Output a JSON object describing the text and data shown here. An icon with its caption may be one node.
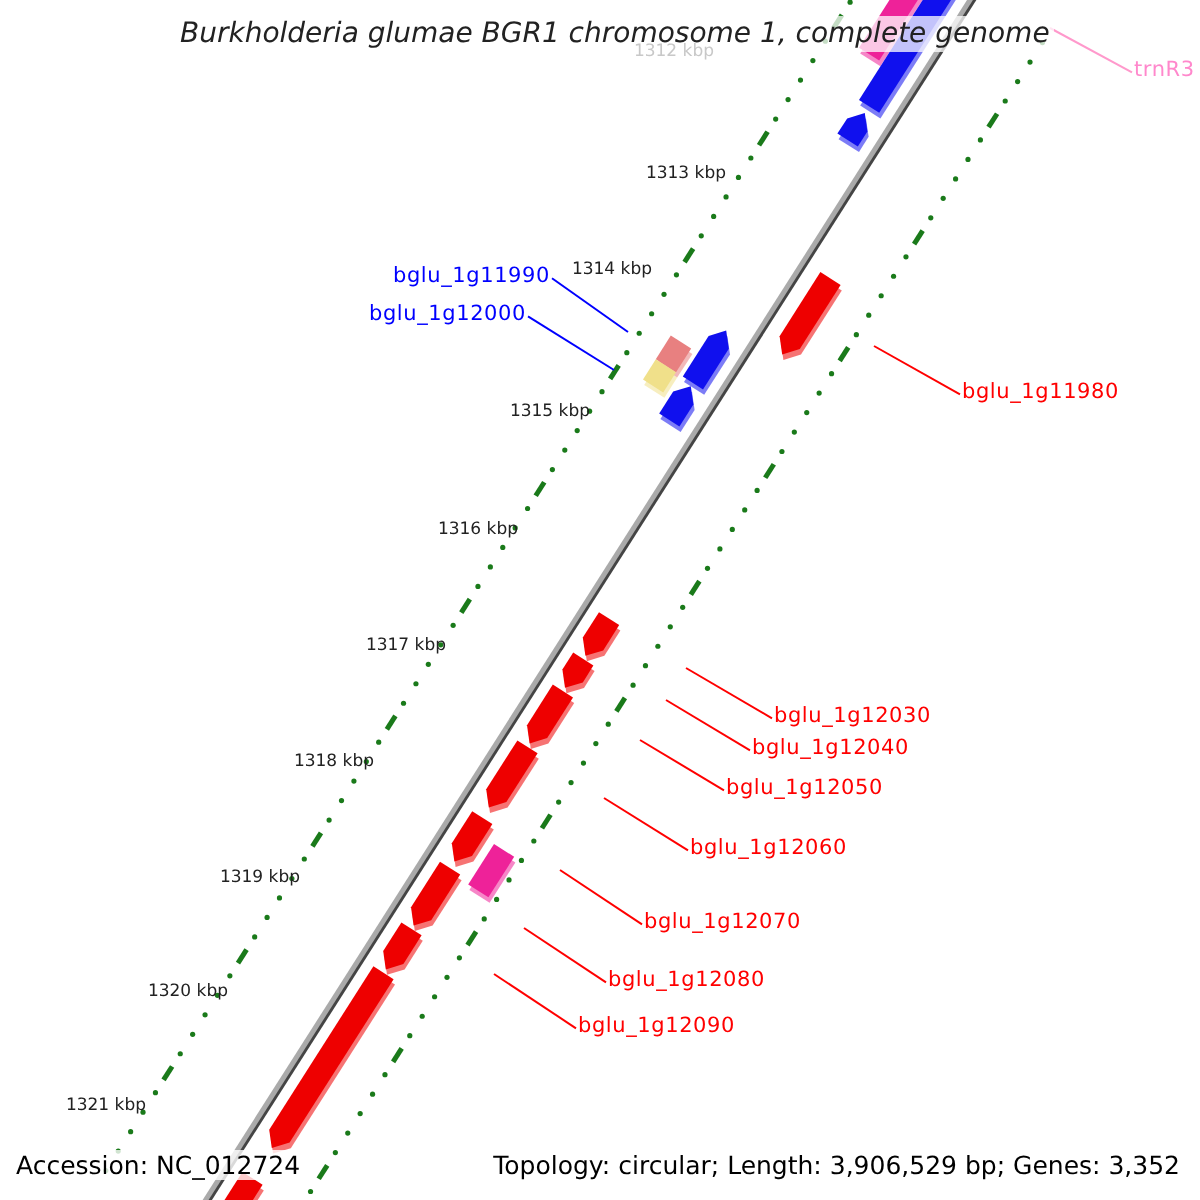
{
  "diagram": {
    "title": "Burkholderia glumae BGR1 chromosome 1, complete genome",
    "nodes": [
      {
        "text": [
          "trnR3"
        ]
      },
      {
        "text": [
          "bglu_1g11990"
        ]
      },
      {
        "text": [
          "bglu_1g12000"
        ]
      },
      {
        "text": [
          "bglu_1g11980"
        ]
      },
      {
        "text": [
          "bglu_1g12030"
        ]
      },
      {
        "text": [
          "bglu_1g12040"
        ]
      },
      {
        "text": [
          "bglu_1g12050"
        ]
      },
      {
        "text": [
          "bglu_1g12060"
        ]
      },
      {
        "text": [
          "bglu_1g12070"
        ]
      },
      {
        "text": [
          "bglu_1g12080"
        ]
      },
      {
        "text": [
          "bglu_1g12090"
        ]
      }
    ],
    "edges": [
      {
        "from": 0,
        "to": null,
        "arrow": "none",
        "color": "#ff99cc"
      },
      {
        "from": 1,
        "to": null,
        "arrow": "none",
        "color": "#0000ff"
      },
      {
        "from": 2,
        "to": null,
        "arrow": "none",
        "color": "#0000ff"
      },
      {
        "from": 3,
        "to": null,
        "arrow": "none"
      },
      {
        "from": 4,
        "to": null,
        "arrow": "none"
      },
      {
        "from": 5,
        "to": null,
        "arrow": "none"
      },
      {
        "from": 6,
        "to": null,
        "arrow": "none"
      },
      {
        "from": 7,
        "to": null,
        "arrow": "none"
      },
      {
        "from": 8,
        "to": null,
        "arrow": "none"
      },
      {
        "from": 9,
        "to": null,
        "arrow": "none"
      },
      {
        "from": 10,
        "to": null,
        "arrow": "none"
      }
    ],
    "labels": [
      "1312 kbp",
      "1313 kbp",
      "1314 kbp",
      "1315 kbp",
      "1316 kbp",
      "1317 kbp",
      "1318 kbp",
      "1319 kbp",
      "1320 kbp",
      "1321 kbp",
      "Accession: NC_012724",
      "Topology: circular; Length: 3,906,529 bp; Genes: 3,352"
    ]
  }
}
